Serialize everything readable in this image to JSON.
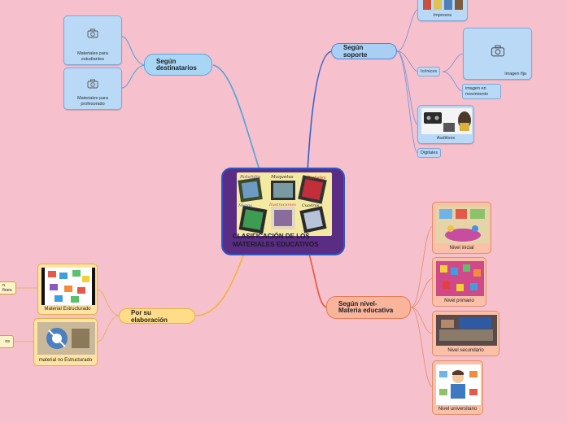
{
  "central": {
    "title": "CLASIFICACIÓN DE LOS MATERIALES EDUCATIVOS",
    "collage_labels": [
      "Rotafolio",
      "Maquetas",
      "Carteles",
      "Mapas",
      "Ilustraciones",
      "Cuadros"
    ],
    "fill": "#5b2c83"
  },
  "destinatarios": {
    "label": "Según destinatarios",
    "children": [
      "Materiales para estudiantes",
      "Materiales para profesorado"
    ]
  },
  "soporte": {
    "label": "Según soporte",
    "impresos": "Impresos",
    "icnicos": "Icónicos",
    "imagen_fija": "imagen fija",
    "imagen_mov": "imagen en movimiento",
    "auditivos": "Auditivos",
    "digitales": "Digitales"
  },
  "nivel": {
    "label": "Según nivel- Materia educativa",
    "children": [
      "Nivel inicial",
      "Nivel primario",
      "Nivel secundario",
      "Nivel universitario"
    ]
  },
  "elaboracion": {
    "label": "Por su elaboración",
    "children": [
      "Material Estructurado",
      "material no Estructurado"
    ],
    "cut_labels": [
      "n fines",
      "os"
    ]
  },
  "colors": {
    "background": "#f6c1cc",
    "destinatarios_line": "#4aa3d9",
    "soporte_line": "#2f5fcf",
    "nivel_line": "#e8543a",
    "elaboracion_line": "#f0b43a"
  }
}
